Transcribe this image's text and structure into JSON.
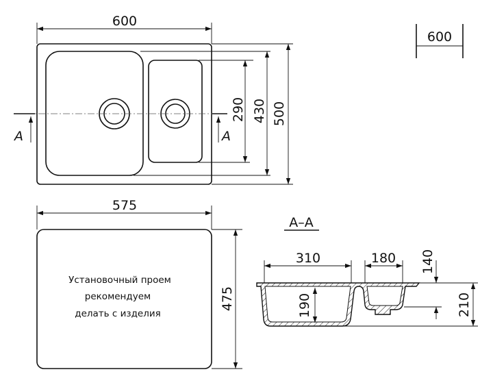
{
  "top_view": {
    "width": "600",
    "bowl_height_small": "290",
    "bowl_height_large": "430",
    "height": "500",
    "section_mark": "A"
  },
  "thickness_box": {
    "value": "600"
  },
  "cutout_view": {
    "width": "575",
    "height": "475",
    "note_lines": [
      "Установочный проем",
      "рекомендуем",
      "делать с изделия"
    ]
  },
  "section": {
    "title": "A–A",
    "large_bowl_width": "310",
    "small_bowl_width": "180",
    "large_bowl_depth": "190",
    "small_bowl_depth": "140",
    "total_depth": "210"
  }
}
